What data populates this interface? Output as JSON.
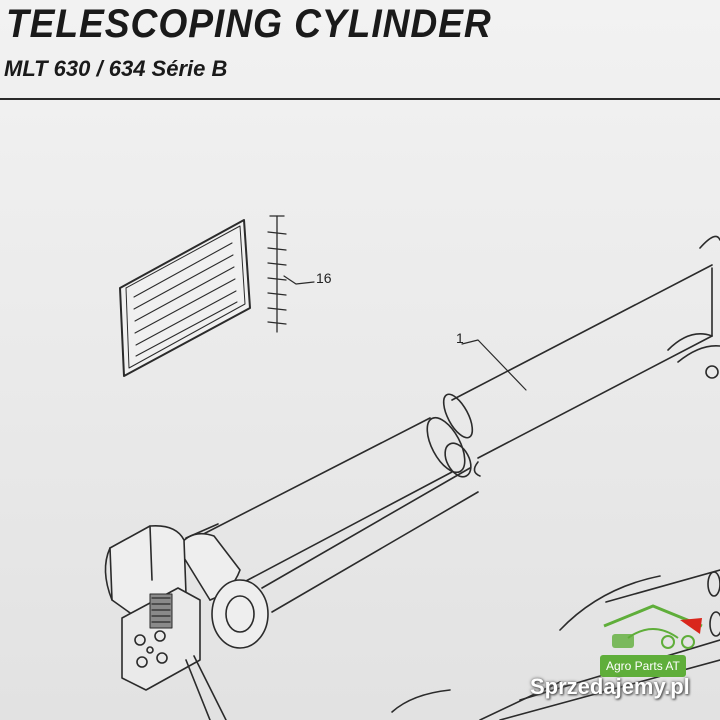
{
  "header": {
    "title": "TELESCOPING CYLINDER",
    "subtitle": "MLT 630 / 634 Série B"
  },
  "diagram": {
    "callouts": [
      {
        "label": "16"
      },
      {
        "label": "1"
      }
    ],
    "decal_lines": [
      "",
      "",
      "",
      "",
      "",
      ""
    ]
  },
  "watermark": {
    "badge_text": "Agro Parts AT",
    "site_text": "Sprzedajemy.pl",
    "colors": {
      "green": "#5fae3a",
      "red": "#d9261c"
    }
  }
}
